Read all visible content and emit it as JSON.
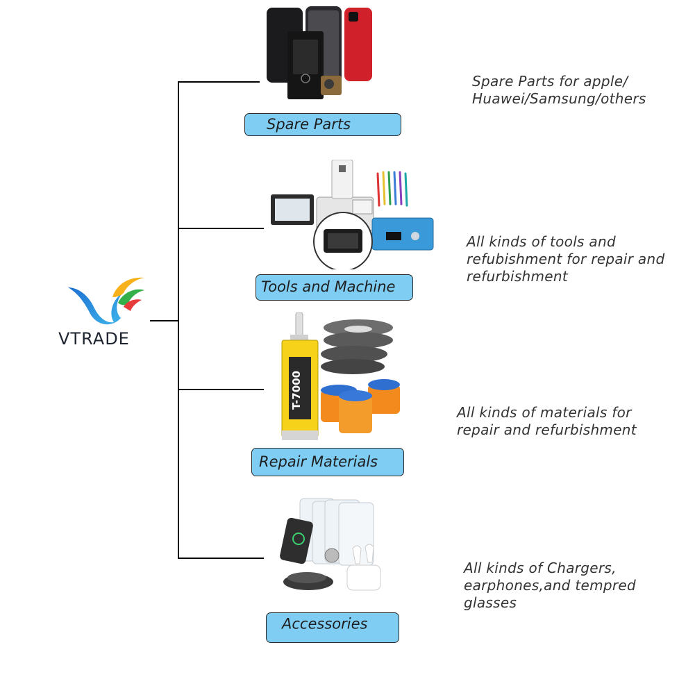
{
  "brand": {
    "name": "VTRADE"
  },
  "categories": [
    {
      "label": "Spare Parts",
      "description": "Spare Parts for apple/\nHuawei/Samsung/others",
      "image": "phone-parts-image"
    },
    {
      "label": "Tools and Machine",
      "description": "All kinds of tools and\nrefubishment for repair and\nrefurbishment",
      "image": "repair-machine-image"
    },
    {
      "label": "Repair Materials",
      "description": "All kinds of materials for\nrepair and refurbishment",
      "image": "glue-tape-image"
    },
    {
      "label": "Accessories",
      "description": "All kinds of  Chargers,\nearphones,and tempred\nglasses",
      "image": "charger-earbuds-image"
    }
  ],
  "colors": {
    "pill": "#7fcdf3",
    "line": "#000000"
  }
}
